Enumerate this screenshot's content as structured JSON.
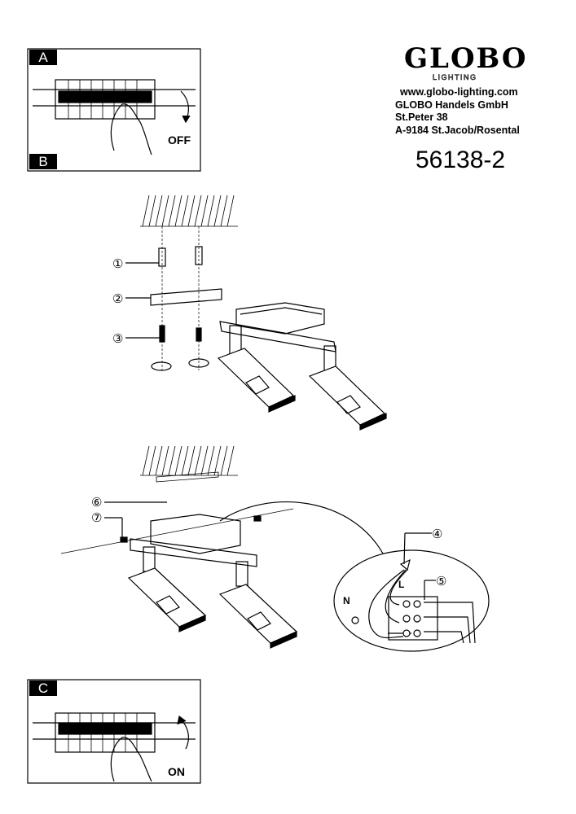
{
  "brand": {
    "name": "GLOBO",
    "subtitle": "LIGHTING"
  },
  "contact": {
    "website": "www.globo-lighting.com",
    "company": "GLOBO Handels GmbH",
    "street": "St.Peter 38",
    "city": "A-9184 St.Jacob/Rosental"
  },
  "model_number": "56138-2",
  "steps": {
    "a": "A",
    "b": "B",
    "c": "C"
  },
  "switch_states": {
    "off": "OFF",
    "on": "ON"
  },
  "parts": [
    "①",
    "②",
    "③",
    "④",
    "⑤",
    "⑥",
    "⑦"
  ],
  "wires": {
    "live": "L",
    "neutral": "N"
  }
}
